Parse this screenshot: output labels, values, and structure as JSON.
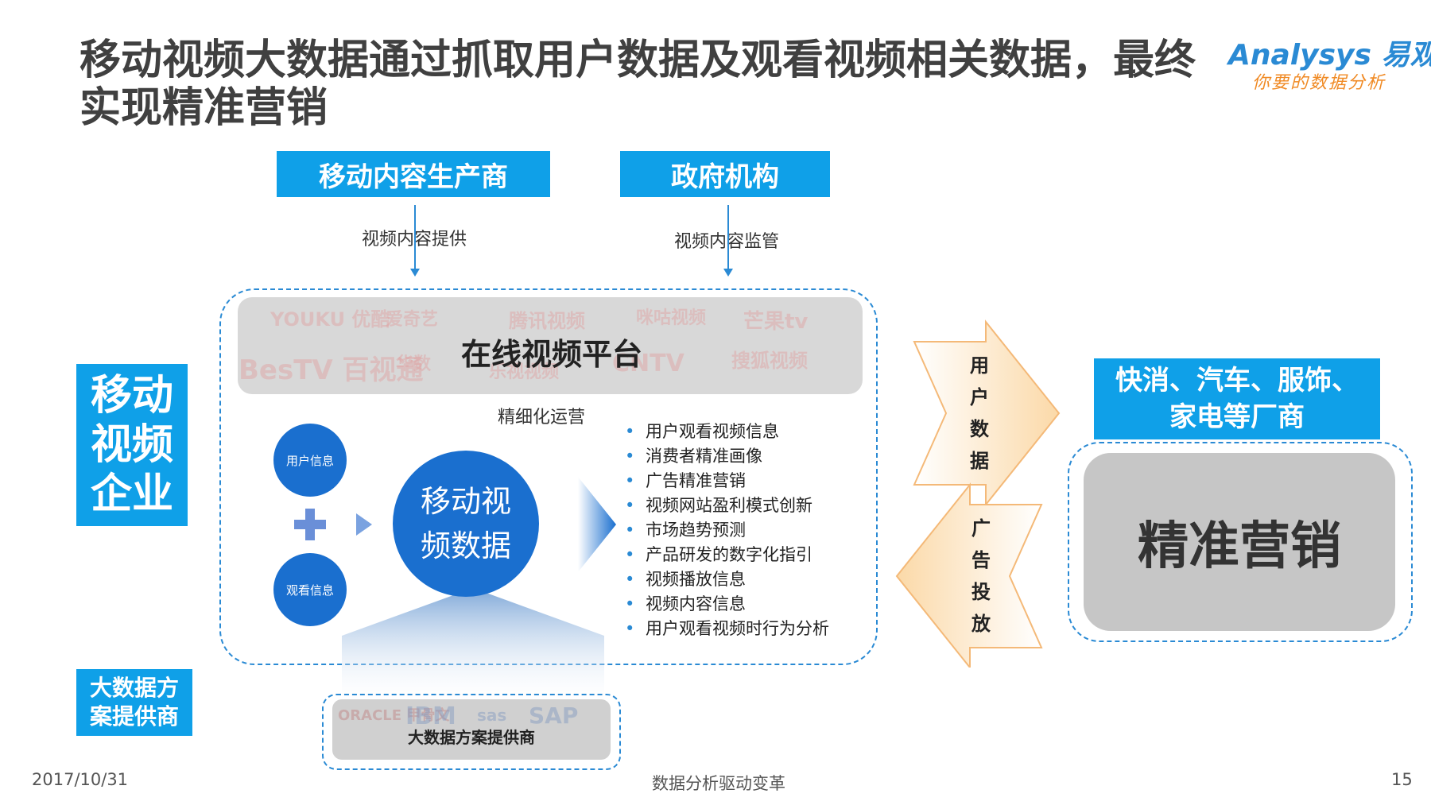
{
  "title": "移动视频大数据通过抓取用户数据及观看视频相关数据，最终实现精准营销",
  "logo": {
    "brand": "Analysys 易观",
    "slogan": "你要的数据分析"
  },
  "top_boxes": {
    "content_producer": "移动内容生产商",
    "government": "政府机构"
  },
  "top_labels": {
    "content_supply": "视频内容提供",
    "content_supervision": "视频内容监管"
  },
  "left_boxes": {
    "mobile_video_enterprise": "移动视频企业",
    "bigdata_provider": "大数据方案提供商"
  },
  "platform": {
    "title": "在线视频平台",
    "logos": [
      "YOUKU 优酷",
      "爱奇艺",
      "腾讯视频",
      "咪咕视频",
      "芒果tv",
      "BesTV 百视通",
      "华数",
      "乐视视频",
      "CNTV",
      "搜狐视频"
    ],
    "operation_label": "精细化运营"
  },
  "circles": {
    "user_info": "用户信息",
    "viewing_info": "观看信息",
    "mobile_video_data": "移动视频数据"
  },
  "bullets": [
    "用户观看视频信息",
    "消费者精准画像",
    "广告精准营销",
    "视频网站盈利模式创新",
    "市场趋势预测",
    "产品研发的数字化指引",
    "视频播放信息",
    "视频内容信息",
    "用户观看视频时行为分析"
  ],
  "flow_labels": {
    "user_data": "用户数据",
    "ad_delivery": "广告投放"
  },
  "right": {
    "industries": "快消、汽车、服饰、家电等厂商",
    "precision_marketing": "精准营销"
  },
  "provider": {
    "logos": [
      "ORACLE 甲骨文",
      "IBM",
      "sas",
      "SAP"
    ],
    "label": "大数据方案提供商"
  },
  "footer": {
    "date": "2017/10/31",
    "center": "数据分析驱动变革",
    "page": "15"
  }
}
